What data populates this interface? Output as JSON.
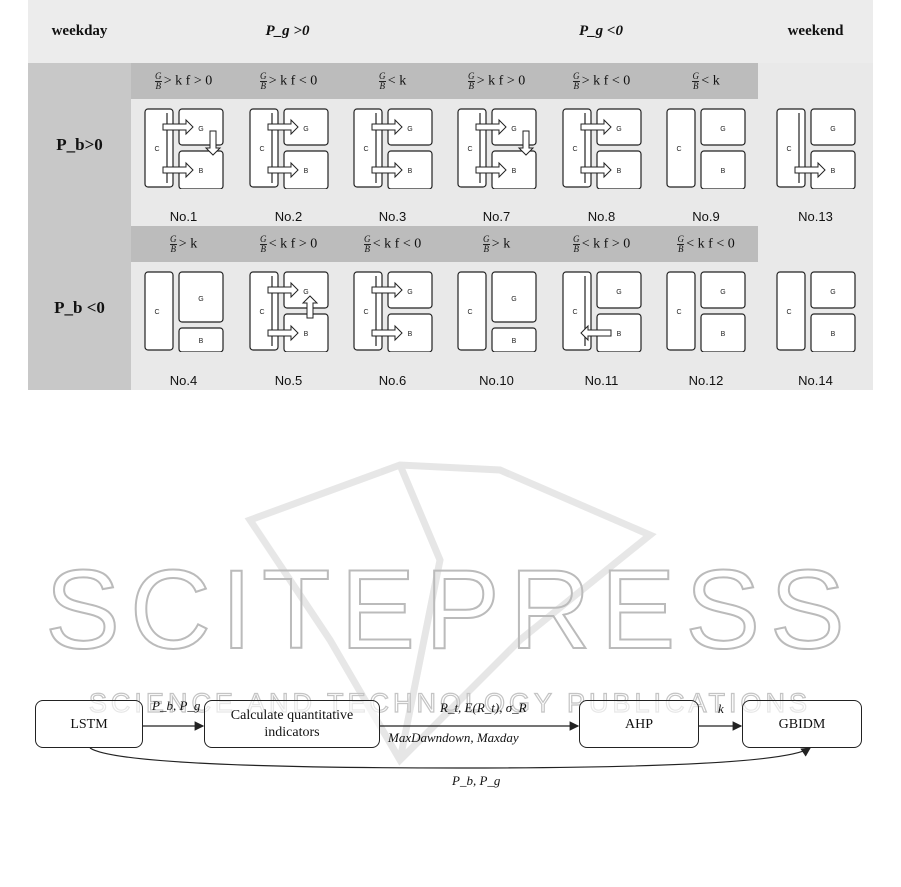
{
  "table": {
    "headers": {
      "weekday": "weekday",
      "pg_pos": "P_g >0",
      "pg_neg": "P_g <0",
      "weekend": "weekend"
    },
    "rows": [
      {
        "label": "P_b>0",
        "cells": [
          {
            "cond": "G/B > k  f > 0",
            "no": "No.1"
          },
          {
            "cond": "G/B > k  f < 0",
            "no": "No.2"
          },
          {
            "cond": "G/B < k",
            "no": "No.3"
          },
          {
            "cond": "G/B > k  f > 0",
            "no": "No.7"
          },
          {
            "cond": "G/B > k  f < 0",
            "no": "No.8"
          },
          {
            "cond": "G/B < k",
            "no": "No.9"
          },
          {
            "cond": "",
            "no": "No.13"
          }
        ]
      },
      {
        "label": "P_b <0",
        "cells": [
          {
            "cond": "G/B > k",
            "no": "No.4"
          },
          {
            "cond": "G/B < k  f > 0",
            "no": "No.5"
          },
          {
            "cond": "G/B < k  f < 0",
            "no": "No.6"
          },
          {
            "cond": "G/B > k",
            "no": "No.10"
          },
          {
            "cond": "G/B < k  f > 0",
            "no": "No.11"
          },
          {
            "cond": "G/B < k  f < 0",
            "no": "No.12"
          },
          {
            "cond": "",
            "no": "No.14"
          }
        ]
      }
    ],
    "box_labels": {
      "c": "C",
      "g": "G",
      "b": "B"
    }
  },
  "flowchart": {
    "nodes": {
      "lstm": "LSTM",
      "calc": "Calculate quantitative indicators",
      "ahp": "AHP",
      "gbidm": "GBIDM"
    },
    "edges": {
      "lstm_calc": "P_b, P_g",
      "calc_ahp_top": "R_t, E(R_t), σ_R",
      "calc_ahp_bottom": "MaxDawndown, Maxday",
      "ahp_gbidm": "k",
      "lstm_gbidm": "P_b, P_g"
    }
  },
  "watermark": {
    "big": "SCITEPRESS",
    "small": "SCIENCE AND TECHNOLOGY PUBLICATIONS"
  }
}
